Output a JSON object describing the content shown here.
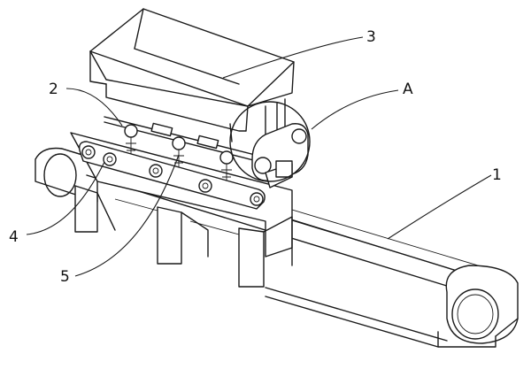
{
  "labels": {
    "l1": "1",
    "l2": "2",
    "l3": "3",
    "l4": "4",
    "l5": "5",
    "lA": "A"
  }
}
